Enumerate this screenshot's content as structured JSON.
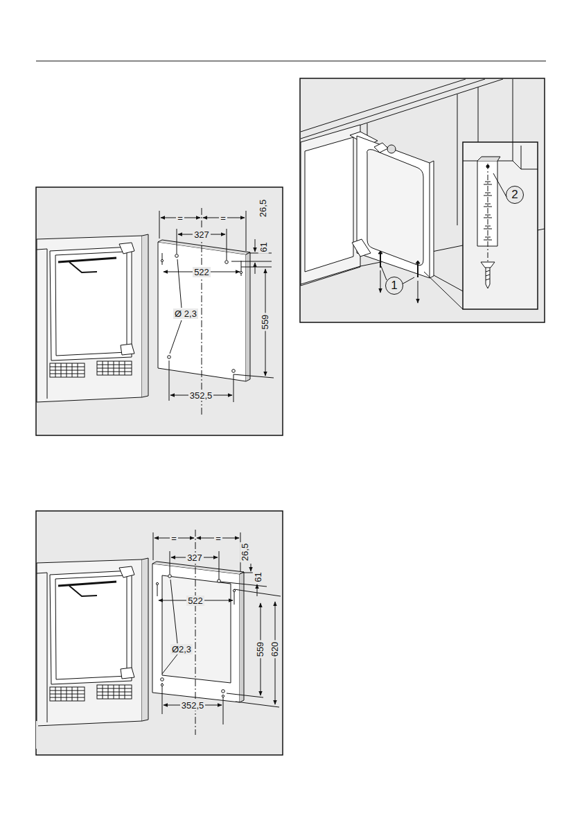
{
  "diagram": {
    "nodes": [
      {
        "text": [
          "1"
        ]
      },
      {
        "text": [
          "2"
        ]
      }
    ],
    "edges": [],
    "labels": [
      "=",
      "=",
      "327",
      "26,5",
      "61",
      "522",
      "Ø 2,3",
      "559",
      "352,5",
      "=",
      "=",
      "327",
      "26,5",
      "61",
      "522",
      "Ø2,3",
      "559",
      "620",
      "352,5"
    ]
  }
}
